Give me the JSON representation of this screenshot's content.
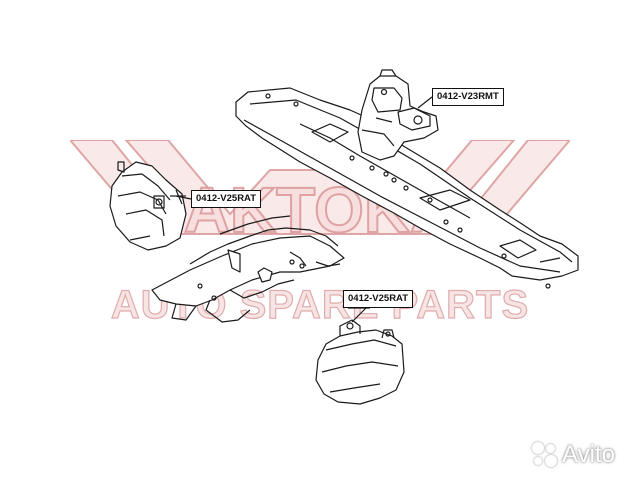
{
  "watermark": {
    "logo_text": "AKTOKA",
    "tagline": "AUTO SPARE PARTS"
  },
  "part_labels": {
    "rear_mount": "0412-V23RMT",
    "front_mount_upper": "0412-V25RAT",
    "front_mount_lower": "0412-V25RAT"
  },
  "marketplace_badge": {
    "text": "Avito",
    "icon": "avito-dots-icon"
  },
  "colors": {
    "watermark_fill": "#f3d4d4",
    "watermark_stroke": "#d99a9a",
    "line_art": "#1a1a1a",
    "label_border": "#111111"
  }
}
